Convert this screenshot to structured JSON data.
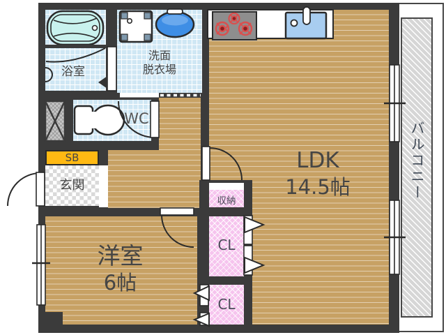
{
  "rooms": {
    "ldk": {
      "label": "LDK",
      "size": "14.5帖"
    },
    "bedroom": {
      "label": "洋室",
      "size": "6帖"
    },
    "bath": {
      "label": "浴室"
    },
    "washroom": {
      "line1": "洗面",
      "line2": "脱衣場"
    },
    "wc": {
      "label": "WC"
    },
    "entrance": {
      "label": "玄関"
    },
    "shoe_box": {
      "label": "SB"
    },
    "storage": {
      "label": "収納"
    },
    "closet_upper": {
      "label": "CL"
    },
    "closet_lower": {
      "label": "CL"
    },
    "balcony": {
      "label": "バルコニー"
    }
  },
  "colors": {
    "wall": "#3b3b3b",
    "wood": "#c7a164",
    "tile": "#cfe7f4",
    "closet_pink": "#f6c4ee",
    "shoe_box_yellow": "#ffb913",
    "entrance_checker": "#d9d9d9",
    "balcony_gray": "#d6d6d6",
    "fixture_blue": "#3e8ee5",
    "kitchen_sink_blue": "#a8cdf0",
    "stove_gray": "#8e8e8e",
    "burner_red": "#d9504f",
    "bathtub_cyan": "#c9f2ee",
    "text_dark": "#454545",
    "closet_text": "#4a4a58",
    "balcony_text": "#3d4754"
  }
}
